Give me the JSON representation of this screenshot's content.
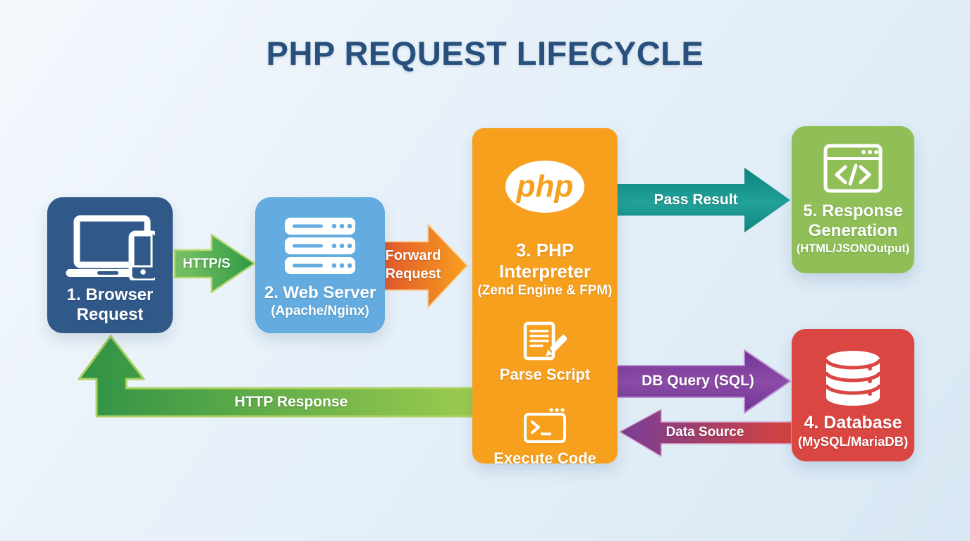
{
  "title": "PHP REQUEST LIFECYCLE",
  "nodes": {
    "browser": {
      "line1": "1. Browser",
      "line2": "Request"
    },
    "web_server": {
      "label": "2. Web Server",
      "sublabel": "(Apache/Nginx)"
    },
    "php": {
      "logo_text": "php",
      "label": "3. PHP Interpreter",
      "sublabel": "(Zend Engine & FPM)",
      "step1": "Parse Script",
      "step2": "Execute Code"
    },
    "response": {
      "line1": "5. Response",
      "line2": "Generation",
      "sublabel": "(HTML/JSONOutput)"
    },
    "database": {
      "label": "4. Database",
      "sublabel": "(MySQL/MariaDB)"
    }
  },
  "arrows": {
    "https": {
      "label": "HTTP/S"
    },
    "forward": {
      "line1": "Forward",
      "line2": "Request"
    },
    "pass_result": {
      "label": "Pass Result"
    },
    "db_query": {
      "label": "DB Query (SQL)"
    },
    "data_source": {
      "label": "Data Source"
    },
    "http_response": {
      "label": "HTTP Response"
    }
  },
  "icons": {
    "browser": "laptop-phone-icon",
    "web_server": "server-stack-icon",
    "php": "php-logo",
    "parse_script": "document-pencil-icon",
    "execute_code": "terminal-window-icon",
    "response": "code-window-icon",
    "database": "database-cylinder-icon"
  },
  "colors": {
    "background_start": "#f3f8fc",
    "background_end": "#d8e8f4",
    "title": "#27507d",
    "browser_box": "#30598a",
    "web_server_box": "#64acdf",
    "php_box": "#f7a01e",
    "response_box": "#90bf58",
    "database_box": "#da4642",
    "https_arrow": "#2e9b45",
    "forward_arrow_start": "#e0542c",
    "forward_arrow_end": "#f9a01e",
    "pass_result_arrow": "#12847e",
    "db_query_arrow": "#7a3d99",
    "data_source_start": "#7a3d99",
    "data_source_end": "#d8423f",
    "http_response_start": "#2f9245",
    "http_response_end": "#9bcb4e"
  }
}
